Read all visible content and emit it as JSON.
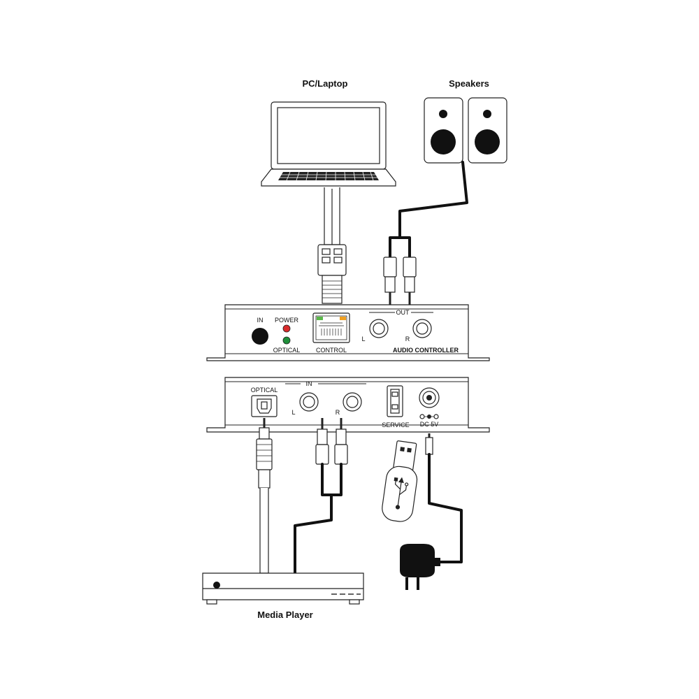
{
  "devices": {
    "pc": {
      "label": "PC/Laptop"
    },
    "speakers": {
      "label": "Speakers"
    },
    "media_player": {
      "label": "Media Player"
    }
  },
  "audio_controller": {
    "name": "AUDIO CONTROLLER",
    "front": {
      "ir_label": "IN",
      "power_label": "POWER",
      "optical_label": "OPTICAL",
      "control_label": "CONTROL",
      "out_label": "OUT",
      "left_label": "L",
      "right_label": "R"
    },
    "rear": {
      "optical_label": "OPTICAL",
      "in_label": "IN",
      "left_label": "L",
      "right_label": "R",
      "service_label": "SERVICE",
      "dc_label": "DC 5V"
    }
  },
  "colors": {
    "power_led": "#d92b2b",
    "optical_led": "#1f8f3a",
    "rj45_led_left": "#5bb84a",
    "rj45_led_right": "#f0a020"
  }
}
